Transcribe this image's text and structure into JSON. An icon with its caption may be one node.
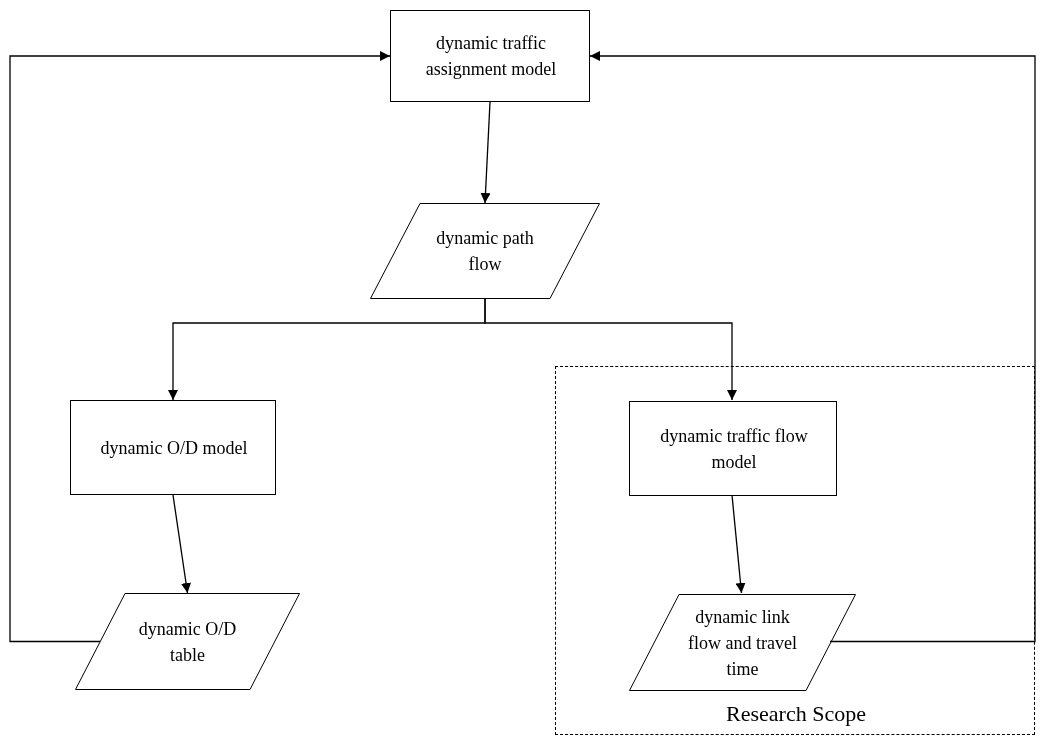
{
  "diagram": {
    "nodes": [
      {
        "text": [
          "dynamic traffic assignment model"
        ]
      },
      {
        "text": [
          "dynamic path flow"
        ]
      },
      {
        "text": [
          "dynamic O/D model"
        ]
      },
      {
        "text": [
          "Research Scope"
        ]
      },
      {
        "text": [
          "dynamic traffic flow model"
        ],
        "in": 3
      },
      {
        "text": [
          "dynamic O/D table"
        ]
      },
      {
        "text": [
          "dynamic link flow and travel time"
        ],
        "in": 3
      }
    ],
    "edges": [
      {
        "from": 0,
        "to": 1,
        "arrow": "to"
      },
      {
        "from": 1,
        "to": 2,
        "arrow": "to"
      },
      {
        "from": 1,
        "to": 4,
        "arrow": "to"
      },
      {
        "from": 2,
        "to": 5,
        "arrow": "to"
      },
      {
        "from": 4,
        "to": 6,
        "arrow": "to"
      },
      {
        "from": 5,
        "to": 0,
        "arrow": "to"
      },
      {
        "from": 6,
        "to": 0,
        "arrow": "to"
      }
    ]
  }
}
